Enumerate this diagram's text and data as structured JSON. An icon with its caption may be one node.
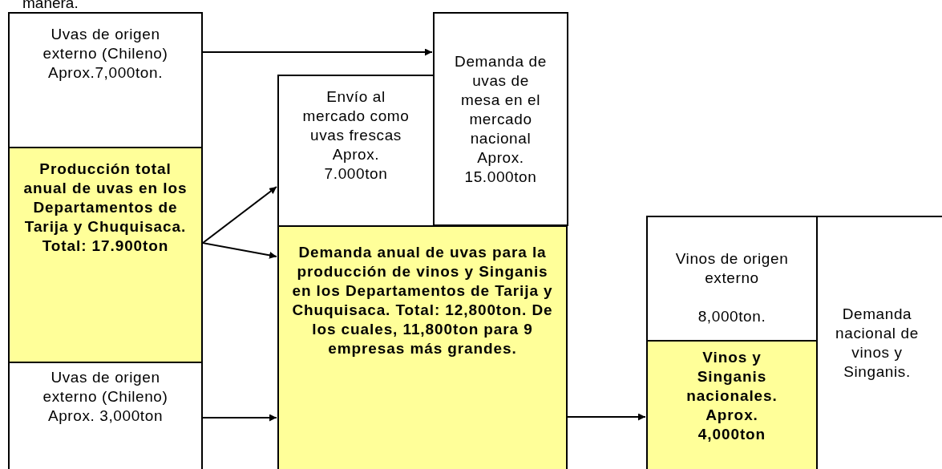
{
  "diagram": {
    "nodes": [
      {
        "text": [
          "Uvas de origen externo (Chileno) Aprox.7,000ton."
        ]
      },
      {
        "text": [
          "Producción total anual de uvas en los Departamentos de Tarija y Chuquisaca. Total: 17.900ton"
        ]
      },
      {
        "text": [
          "Uvas de origen externo (Chileno) Aprox. 3,000ton"
        ]
      },
      {
        "text": [
          "Envío al mercado como uvas frescas Aprox. 7.000ton"
        ]
      },
      {
        "text": [
          "Demanda de uvas de mesa en el mercado nacional Aprox. 15.000ton"
        ]
      },
      {
        "text": [
          "Demanda anual de uvas para la producción de vinos y Singanis en los Departamentos de Tarija y Chuquisaca. Total: 12,800ton. De los cuales, 11,800ton para 9 empresas más grandes."
        ]
      },
      {
        "text": [
          "Vinos de origen externo",
          "8,000ton."
        ]
      },
      {
        "text": [
          "Vinos y Singanis nacionales. Aprox. 4,000ton"
        ]
      },
      {
        "text": [
          "Demanda nacional de vinos y Singanis."
        ]
      }
    ],
    "edges": [
      {
        "from": 0,
        "to": 4,
        "arrow": "to"
      },
      {
        "from": 1,
        "to": 3,
        "arrow": "to"
      },
      {
        "from": 1,
        "to": 5,
        "arrow": "to"
      },
      {
        "from": 2,
        "to": 5,
        "arrow": "to"
      },
      {
        "from": 5,
        "to": 7,
        "arrow": "to"
      }
    ],
    "labels": [
      "manera."
    ]
  }
}
